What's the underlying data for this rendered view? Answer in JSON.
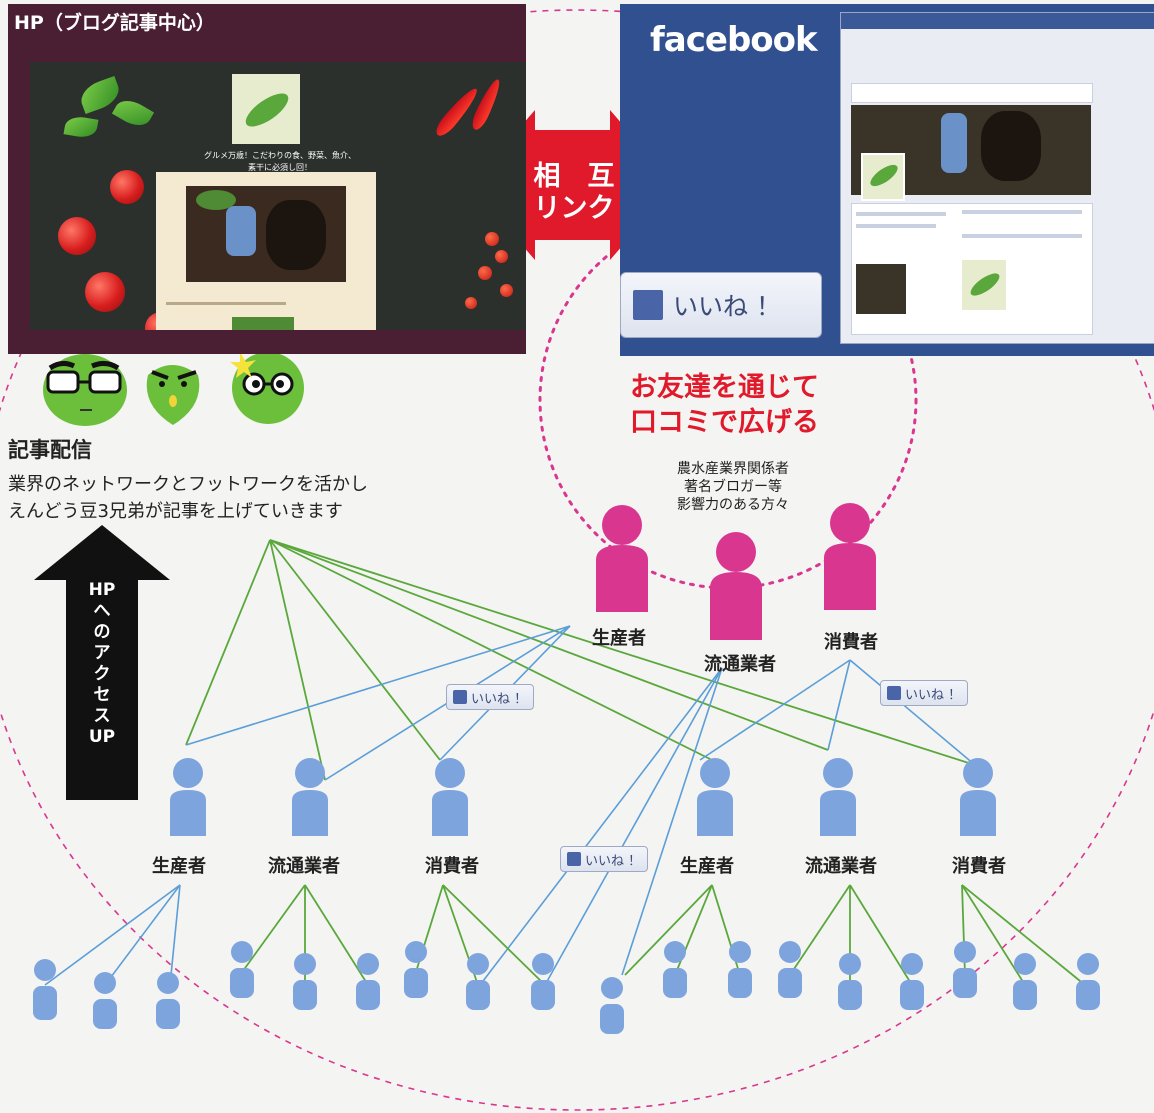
{
  "hp_panel": {
    "title": "HP（ブログ記事中心）",
    "caption_line1": "グルメ万歳！こだわりの食、野菜、魚介、",
    "caption_line2": "素干に必須し回！"
  },
  "facebook_panel": {
    "logo_text": "facebook",
    "like_label": "いいね ！"
  },
  "mutual_link": {
    "line1": "相　互",
    "line2": "リンク"
  },
  "word_of_mouth": {
    "line1": "お友達を通じて",
    "line2": "口コミで広げる"
  },
  "influencers": {
    "line1": "農水産業界関係者",
    "line2": "著名ブロガー等",
    "line3": "影響力のある方々"
  },
  "article_delivery": {
    "title": "記事配信",
    "line1": "業界のネットワークとフットワークを活かし",
    "line2": "えんどう豆3兄弟が記事を上げていきます"
  },
  "access_arrow_label": "HPへのアクセスUP",
  "roles": {
    "producer": "生産者",
    "distributor": "流通業者",
    "consumer": "消費者"
  },
  "like_small_label": "いいね ！",
  "colors": {
    "hp_bg": "#4a1e33",
    "fb_blue": "#31508f",
    "arrow_red": "#e0192b",
    "influencer_pink": "#d9368f",
    "person_blue": "#7ea4de",
    "line_green": "#5aa83c",
    "line_blue": "#5b9ed8",
    "dotted_pink": "#d9368f",
    "pea_green": "#6bbf3a"
  }
}
